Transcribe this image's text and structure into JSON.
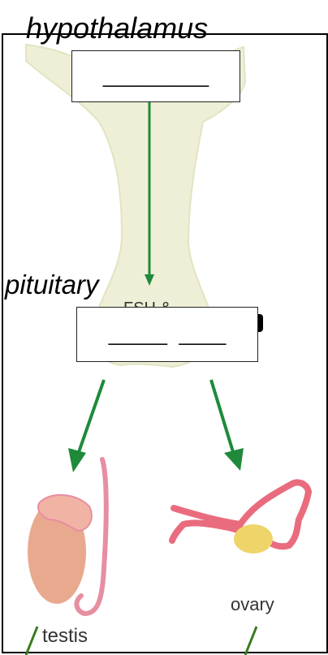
{
  "labels": {
    "hypothalamus": "hypothalamus",
    "pituitary": "pituitary",
    "partial_hormone_text": "FSH &",
    "testis": "testis",
    "ovary": "ovary"
  },
  "answer_boxes": {
    "hypothalamus_blank": "_________",
    "pituitary_blank": "_____  ____"
  },
  "colors": {
    "gland_fill": "#eeefd6",
    "arrow_green": "#1f8a3a",
    "testis_fill": "#e9a98f",
    "tube_pink": "#e78ea0",
    "uterus_pink": "#e96c7e",
    "ovary_yellow": "#efd46a",
    "frame": "#000000"
  },
  "icons": [
    "arrow-down-icon",
    "testis-illustration",
    "ovary-uterus-illustration"
  ]
}
